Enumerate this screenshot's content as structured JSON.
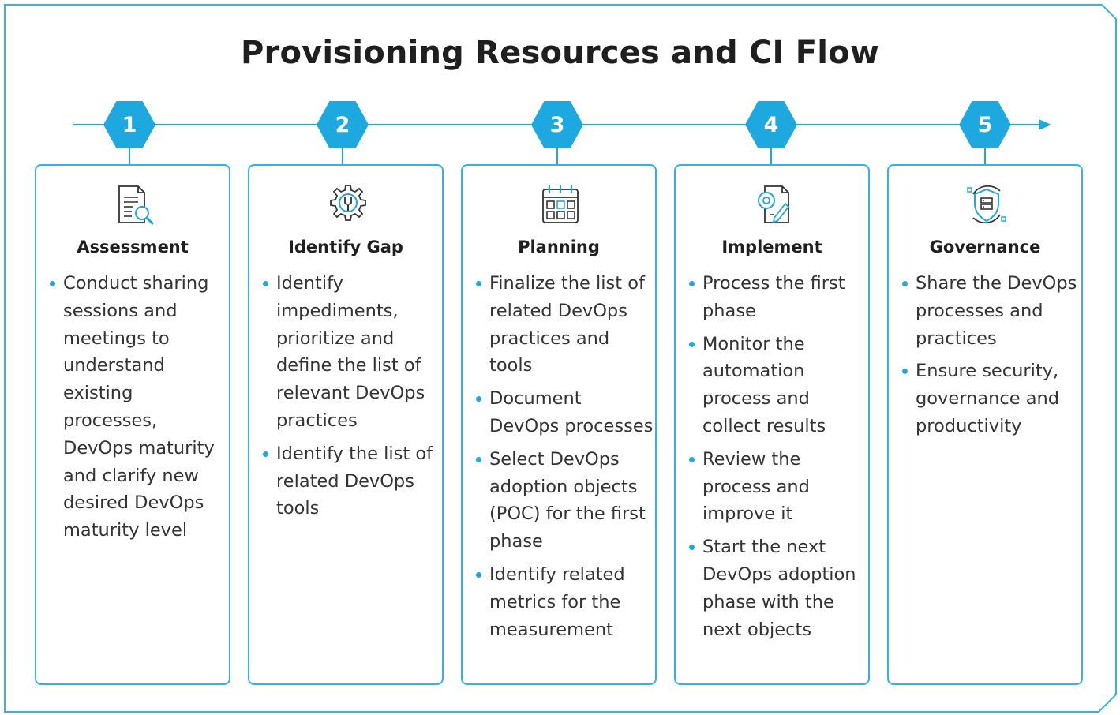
{
  "title": "Provisioning Resources and CI Flow",
  "colors": {
    "accent": "#1ea8e0",
    "border": "#35b1e6",
    "text": "#1f1f1f"
  },
  "steps": [
    {
      "number": "1",
      "icon": "document-search-icon",
      "title": "Assessment",
      "bullets": [
        "Conduct sharing sessions and meetings to understand existing processes, DevOps maturity and clarify new desired DevOps maturity level"
      ]
    },
    {
      "number": "2",
      "icon": "gear-wrench-icon",
      "title": "Identify Gap",
      "bullets": [
        "Identify impediments, prioritize and define the list of relevant DevOps practices",
        "Identify the list of related DevOps tools"
      ]
    },
    {
      "number": "3",
      "icon": "calendar-icon",
      "title": "Planning",
      "bullets": [
        "Finalize the list of related DevOps practices and tools",
        "Document DevOps processes",
        "Select DevOps adoption objects (POC) for the first phase",
        "Identify related metrics for the measurement"
      ]
    },
    {
      "number": "4",
      "icon": "document-gear-pen-icon",
      "title": "Implement",
      "bullets": [
        "Process the first phase",
        "Monitor the automation process and collect results",
        "Review the process and improve it",
        "Start the next DevOps adoption phase with the next objects"
      ]
    },
    {
      "number": "5",
      "icon": "shield-server-icon",
      "title": "Governance",
      "bullets": [
        "Share the DevOps processes and practices",
        "Ensure security, governance and productivity"
      ]
    }
  ]
}
